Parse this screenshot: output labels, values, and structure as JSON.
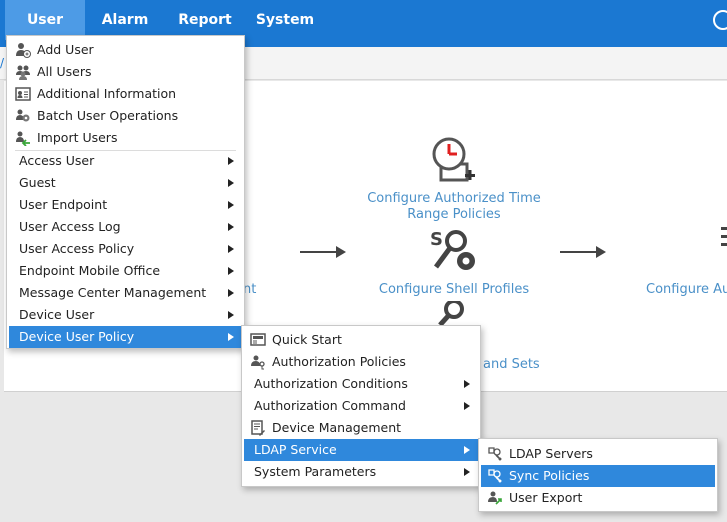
{
  "nav": {
    "items": [
      "User",
      "Alarm",
      "Report",
      "System"
    ]
  },
  "breadcrumb": "/",
  "flow": {
    "left_step_tail": "nt",
    "time_range_line1": "Configure Authorized Time",
    "time_range_line2": "Range Policies",
    "shell_profiles": "Configure Shell Profiles",
    "command_sets_tail": "and Sets",
    "right_step": "Configure Au"
  },
  "user_menu": {
    "items": [
      {
        "label": "Add User",
        "icon": "add-user-icon"
      },
      {
        "label": "All Users",
        "icon": "all-users-icon"
      },
      {
        "label": "Additional Information",
        "icon": "id-card-icon"
      },
      {
        "label": "Batch User Operations",
        "icon": "batch-users-icon"
      },
      {
        "label": "Import Users",
        "icon": "import-users-icon"
      }
    ],
    "submenus": [
      "Access User",
      "Guest",
      "User Endpoint",
      "User Access Log",
      "User Access Policy",
      "Endpoint Mobile Office",
      "Message Center Management",
      "Device User",
      "Device User Policy"
    ],
    "selected": "Device User Policy"
  },
  "policy_menu": {
    "items": [
      {
        "label": "Quick Start",
        "icon": "quick-start-icon",
        "has_sub": false
      },
      {
        "label": "Authorization Policies",
        "icon": "authorization-policies-icon",
        "has_sub": false
      },
      {
        "label": "Authorization Conditions",
        "icon": "",
        "has_sub": true
      },
      {
        "label": "Authorization Command",
        "icon": "",
        "has_sub": true
      },
      {
        "label": "Device Management",
        "icon": "device-management-icon",
        "has_sub": false
      },
      {
        "label": "LDAP Service",
        "icon": "",
        "has_sub": true
      },
      {
        "label": "System Parameters",
        "icon": "",
        "has_sub": true
      }
    ],
    "selected": "LDAP Service"
  },
  "ldap_menu": {
    "items": [
      {
        "label": "LDAP Servers",
        "icon": "ldap-servers-icon"
      },
      {
        "label": "Sync Policies",
        "icon": "sync-policies-icon"
      },
      {
        "label": "User Export",
        "icon": "user-export-icon"
      }
    ],
    "selected": "Sync Policies"
  },
  "colors": {
    "nav_bg": "#1b78d2",
    "nav_active": "#4d9be6",
    "menu_selected": "#2f88dc",
    "link_text": "#4a90c8"
  }
}
